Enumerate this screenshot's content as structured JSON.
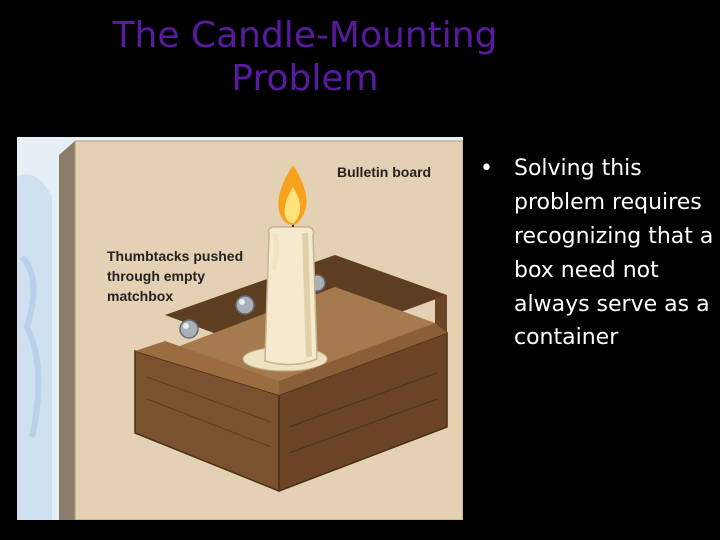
{
  "slide": {
    "title_lines": [
      "The Candle-Mounting",
      "Problem"
    ],
    "bullets": [
      {
        "marker": "•",
        "text": "Solving this problem requires recognizing that a box need not always serve as a container"
      }
    ]
  },
  "illustration": {
    "labels": {
      "bulletin_board": "Bulletin board",
      "thumbtacks": [
        "Thumbtacks pushed",
        "through empty",
        "matchbox"
      ]
    }
  },
  "colors": {
    "background": "#000000",
    "title": "#5a1aa0",
    "bullet_text": "#ffffff",
    "board": "#e4d1b4",
    "box": "#7a5230",
    "candle": "#f4ead0",
    "flame": "#f6a21c"
  }
}
